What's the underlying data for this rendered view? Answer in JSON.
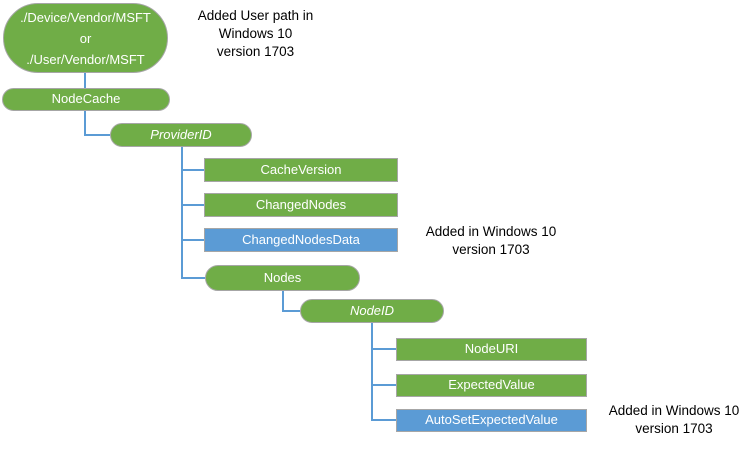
{
  "colors": {
    "node_green": "#70ad47",
    "node_blue": "#5b9bd5",
    "connector_blue": "#5b9bd5",
    "shape_border_gray": "#a6a6a6",
    "shape_text": "#ffffff",
    "annotation_text": "#000000"
  },
  "nodes": {
    "root": {
      "line1": "./Device/Vendor/MSFT",
      "line2": "or",
      "line3": "./User/Vendor/MSFT"
    },
    "nodecache": {
      "label": "NodeCache"
    },
    "providerid": {
      "label": "ProviderID"
    },
    "cacheversion": {
      "label": "CacheVersion"
    },
    "changednodes": {
      "label": "ChangedNodes"
    },
    "changednodesdata": {
      "label": "ChangedNodesData"
    },
    "nodes": {
      "label": "Nodes"
    },
    "nodeid": {
      "label": "NodeID"
    },
    "nodeuri": {
      "label": "NodeURI"
    },
    "expectedvalue": {
      "label": "ExpectedValue"
    },
    "autosetexpectedvalue": {
      "label": "AutoSetExpectedValue"
    }
  },
  "annotations": {
    "user_path": {
      "line1": "Added User path in",
      "line2": "Windows 10",
      "line3": "version 1703"
    },
    "changednodesdata": {
      "line1": "Added in Windows 10",
      "line2": "version 1703"
    },
    "autosetexpectedvalue": {
      "line1": "Added in Windows 10",
      "line2": "version 1703"
    }
  }
}
